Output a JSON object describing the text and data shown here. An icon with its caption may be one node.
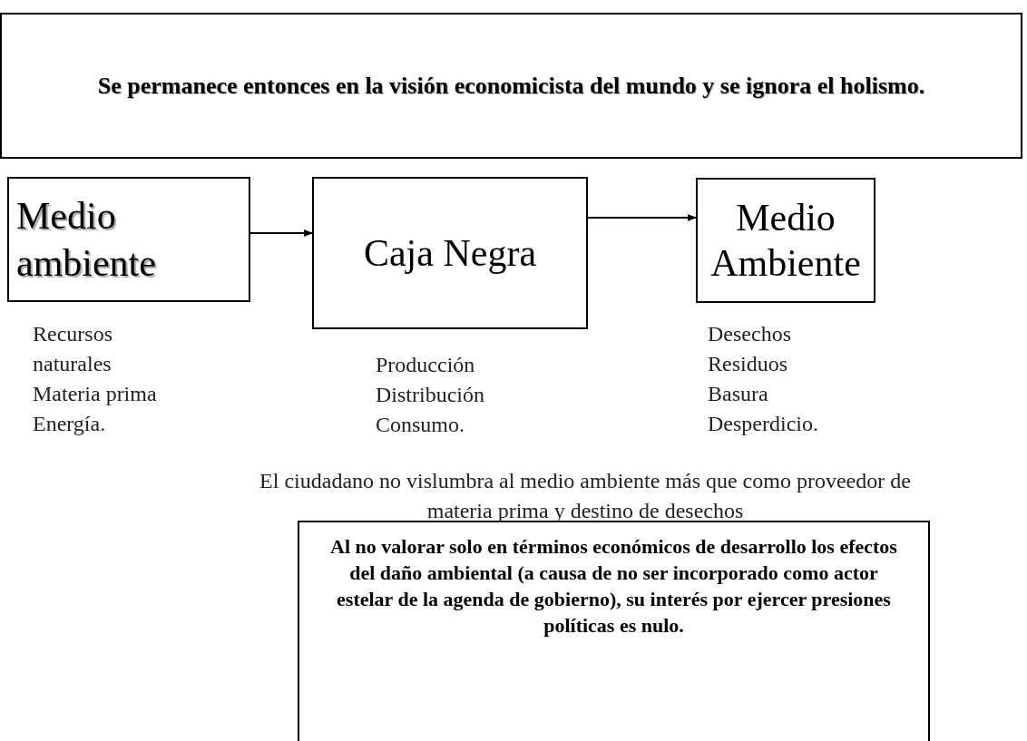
{
  "diagram": {
    "nodes": [
      {
        "text": [
          "Se permanece entonces en la visión economicista del mundo y se ignora el holismo."
        ]
      },
      {
        "text": [
          "Medio ambiente"
        ],
        "beside": [
          "Recursos naturales",
          "Materia prima",
          "Energía."
        ]
      },
      {
        "text": [
          "Caja Negra"
        ],
        "beside": [
          "Producción",
          "Distribución",
          "Consumo."
        ]
      },
      {
        "text": [
          "Medio Ambiente"
        ],
        "beside": [
          "Desechos",
          "Residuos",
          "Basura",
          "Desperdicio."
        ]
      },
      {
        "text": [
          "Al no valorar solo en términos económicos de desarrollo los efectos del daño ambiental (a causa de no ser incorporado como actor estelar de la agenda de gobierno), su interés por ejercer presiones políticas es nulo."
        ]
      }
    ],
    "edges": [
      {
        "from": 1,
        "to": 2,
        "arrow": "to"
      },
      {
        "from": 2,
        "to": 3,
        "arrow": "to"
      }
    ],
    "labels": [
      "El ciudadano no vislumbra al medio ambiente más que como proveedor de materia prima y destino de desechos"
    ]
  }
}
